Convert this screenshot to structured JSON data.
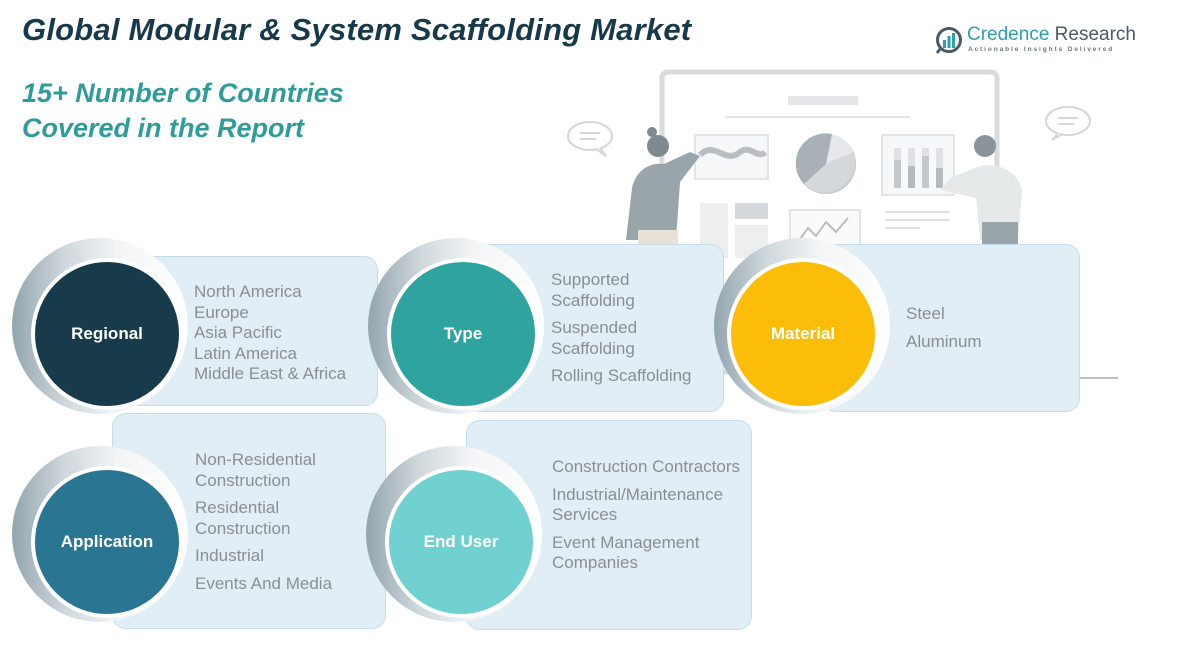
{
  "header": {
    "title": "Global Modular & System Scaffolding Market",
    "subtitle_line1": "15+ Number of Countries",
    "subtitle_line2": "Covered in the Report"
  },
  "logo": {
    "icon": "bar-chart-magnifier-icon",
    "name_part1": "Credence",
    "name_part2": " Research",
    "tagline": "Actionable Insights Delivered"
  },
  "colors": {
    "title": "#17394a",
    "subtitle": "#2e9c9a",
    "regional": "#173b4a",
    "type": "#2fa3a0",
    "material": "#fbbd08",
    "application": "#2a7591",
    "end_user": "#71d1d1",
    "card_bg": "#e1eef5",
    "item_text": "#8a8f93"
  },
  "segments": [
    {
      "label": "Regional",
      "items": [
        "North America",
        "Europe",
        "Asia Pacific",
        "Latin America",
        "Middle East & Africa"
      ]
    },
    {
      "label": "Type",
      "items": [
        "Supported Scaffolding",
        "Suspended Scaffolding",
        "Rolling Scaffolding"
      ]
    },
    {
      "label": "Material",
      "items": [
        "Steel",
        "Aluminum"
      ]
    },
    {
      "label": "Application",
      "items": [
        "Non-Residential Construction",
        "Residential Construction",
        "Industrial",
        "Events And Media"
      ]
    },
    {
      "label": "End User",
      "items": [
        "Construction Contractors",
        "Industrial/Maintenance Services",
        "Event Management Companies"
      ]
    }
  ]
}
